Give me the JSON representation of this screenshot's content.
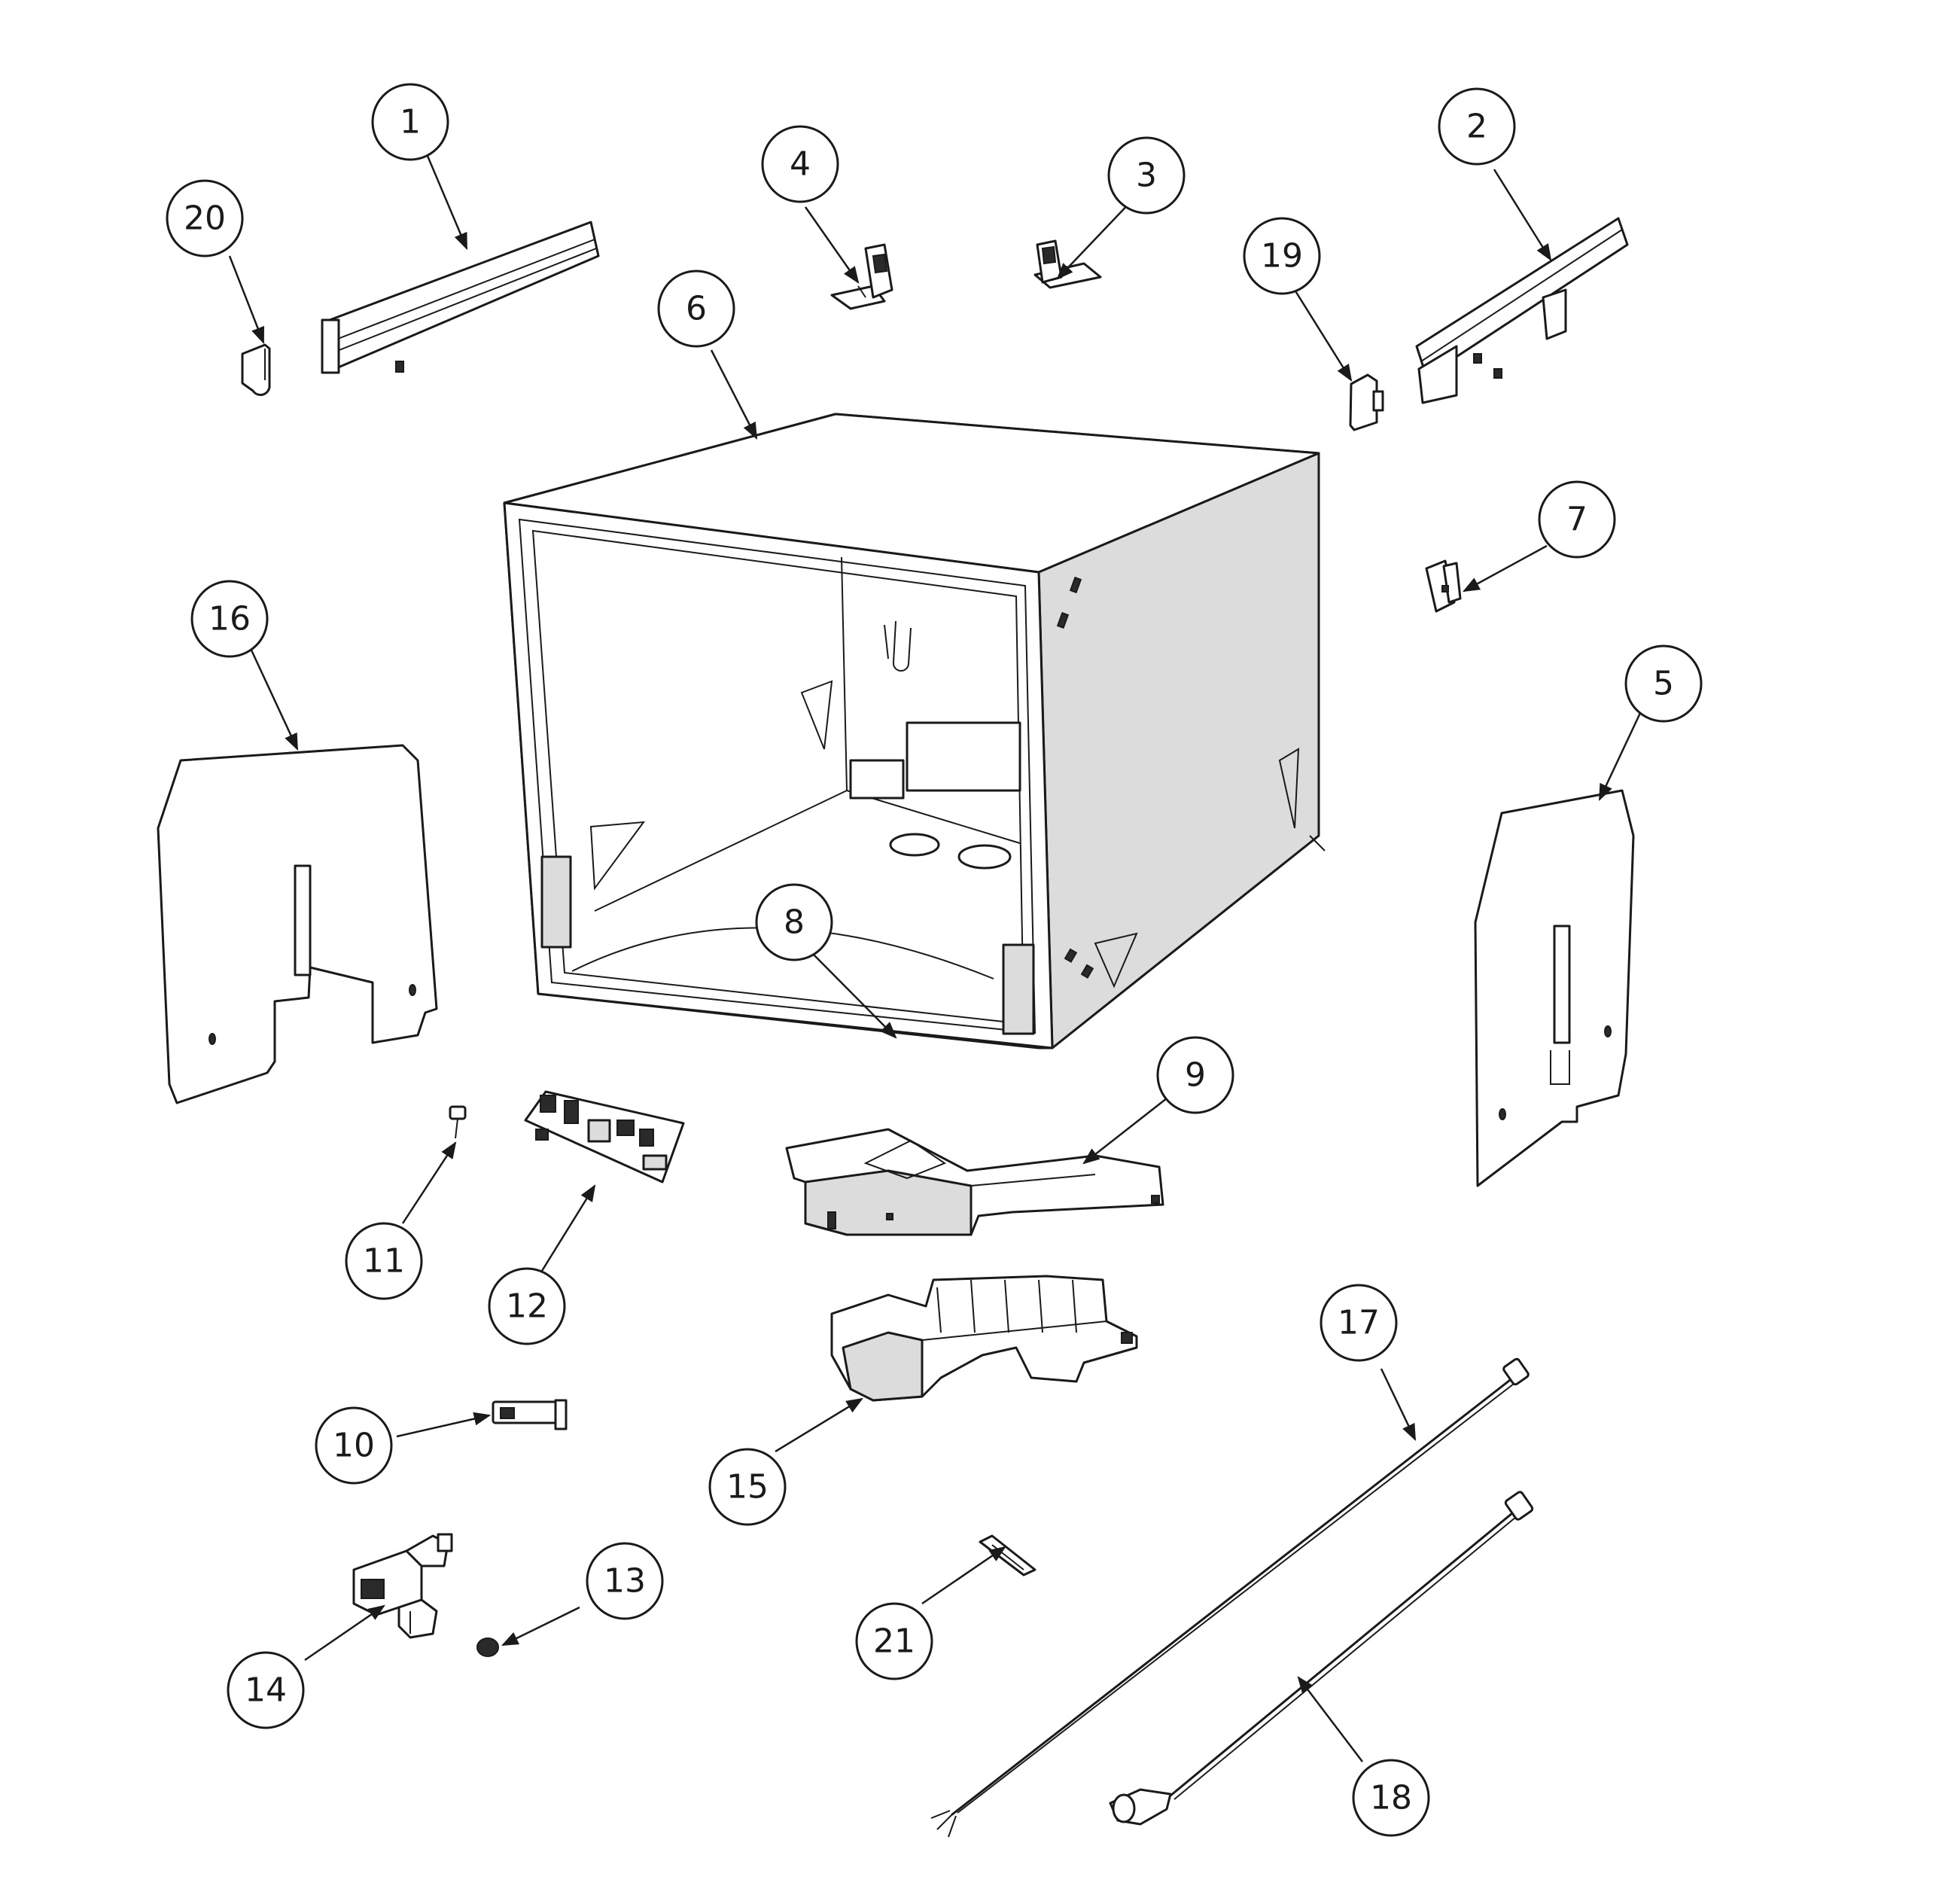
{
  "callouts": [
    {
      "id": "1",
      "label": "1"
    },
    {
      "id": "2",
      "label": "2"
    },
    {
      "id": "3",
      "label": "3"
    },
    {
      "id": "4",
      "label": "4"
    },
    {
      "id": "5",
      "label": "5"
    },
    {
      "id": "6",
      "label": "6"
    },
    {
      "id": "7",
      "label": "7"
    },
    {
      "id": "8",
      "label": "8"
    },
    {
      "id": "9",
      "label": "9"
    },
    {
      "id": "10",
      "label": "10"
    },
    {
      "id": "11",
      "label": "11"
    },
    {
      "id": "12",
      "label": "12"
    },
    {
      "id": "13",
      "label": "13"
    },
    {
      "id": "14",
      "label": "14"
    },
    {
      "id": "15",
      "label": "15"
    },
    {
      "id": "16",
      "label": "16"
    },
    {
      "id": "17",
      "label": "17"
    },
    {
      "id": "18",
      "label": "18"
    },
    {
      "id": "19",
      "label": "19"
    },
    {
      "id": "20",
      "label": "20"
    },
    {
      "id": "21",
      "label": "21"
    }
  ],
  "colors": {
    "line": "#1a1a1a",
    "background": "#ffffff"
  }
}
